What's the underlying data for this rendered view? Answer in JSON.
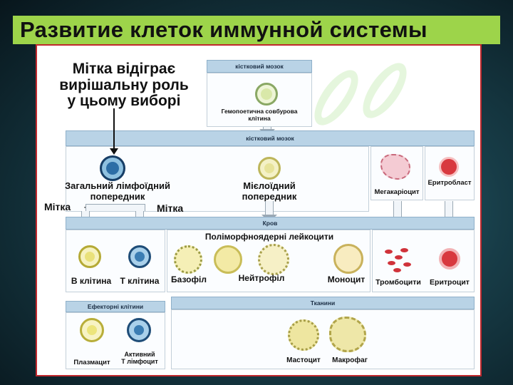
{
  "slide_title": "Развитие клеток иммунной системы",
  "note": {
    "line1": "Мітка відіграє",
    "line2": "вирішальну роль",
    "line3": "у цьому виборі"
  },
  "labels": {
    "mitka_left": "Мітка",
    "mitka_right": "Мітка",
    "minus": "–",
    "plus": "+"
  },
  "bars": {
    "bone_marrow_top": "кістковий мозок",
    "bone_marrow_mid": "кістковий мозок",
    "blood": "Кров",
    "effector": "Ефекторні клітини",
    "tissues": "Тканини"
  },
  "cells": {
    "hsc": "Гемопоетична совбурова клітина",
    "lymphoid": "Загальний лімфоїдний попередник",
    "myeloid": "Мієлоїдний попередник",
    "megakaryocyte": "Мегакаріоцит",
    "erythroblast": "Еритробласт",
    "b_cell": "В клітина",
    "t_cell": "Т клітина",
    "pmn_header": "Поліморфноядерні лейкоцити",
    "basophil": "Базофіл",
    "neutrophil": "Нейтрофіл",
    "monocyte": "Моноцит",
    "platelets": "Тромбоцити",
    "erythrocyte": "Еритроцит",
    "plasmacyte": "Плазмацит",
    "active_t_line1": "Активний",
    "active_t_line2": "Т лімфоцит",
    "mastocyte": "Мастоцит",
    "macrophage": "Макрофаг"
  },
  "colors": {
    "title_bg": "#9dd44a",
    "frame_border": "#c0282d",
    "bar_bg": "#b9d3e6"
  }
}
